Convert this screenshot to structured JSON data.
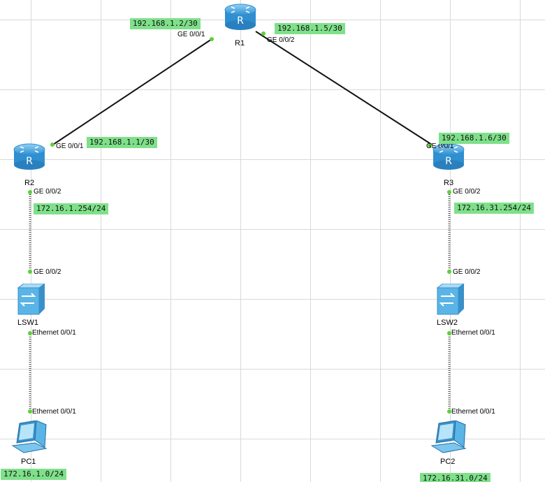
{
  "devices": {
    "r1": {
      "name": "R1",
      "icon": "router-icon",
      "glyph": "R"
    },
    "r2": {
      "name": "R2",
      "icon": "router-icon",
      "glyph": "R"
    },
    "r3": {
      "name": "R3",
      "icon": "router-icon",
      "glyph": "R"
    },
    "lsw1": {
      "name": "LSW1",
      "icon": "switch-icon"
    },
    "lsw2": {
      "name": "LSW2",
      "icon": "switch-icon"
    },
    "pc1": {
      "name": "PC1",
      "icon": "pc-icon"
    },
    "pc2": {
      "name": "PC2",
      "icon": "pc-icon"
    }
  },
  "ports": {
    "r1_g001": "GE 0/0/1",
    "r1_g002": "GE 0/0/2",
    "r2_g001": "GE 0/0/1",
    "r2_g002": "GE 0/0/2",
    "r3_g001": "GE 0/0/1",
    "r3_g002": "GE 0/0/2",
    "lsw1_g002": "GE 0/0/2",
    "lsw1_e001": "Ethernet 0/0/1",
    "lsw2_g002": "GE 0/0/2",
    "lsw2_e001": "Ethernet 0/0/1",
    "pc1_e001": "Ethernet 0/0/1",
    "pc2_e001": "Ethernet 0/0/1"
  },
  "ips": {
    "r1_g001": "192.168.1.2/30",
    "r1_g002": "192.168.1.5/30",
    "r2_g001": "192.168.1.1/30",
    "r3_g001": "192.168.1.6/30",
    "r2_g002": "172.16.1.254/24",
    "r3_g002": "172.16.31.254/24",
    "pc1_net": "172.16.1.0/24",
    "pc2_net": "172.16.31.0/24"
  },
  "colors": {
    "ip_label_bg": "#7fe08a",
    "port_dot": "#5bd13a",
    "router_body": "#3ba0e0",
    "switch_body": "#4aa8dc",
    "link_solid": "#111111",
    "link_dotted": "#555555",
    "grid": "#d9d9d9"
  }
}
